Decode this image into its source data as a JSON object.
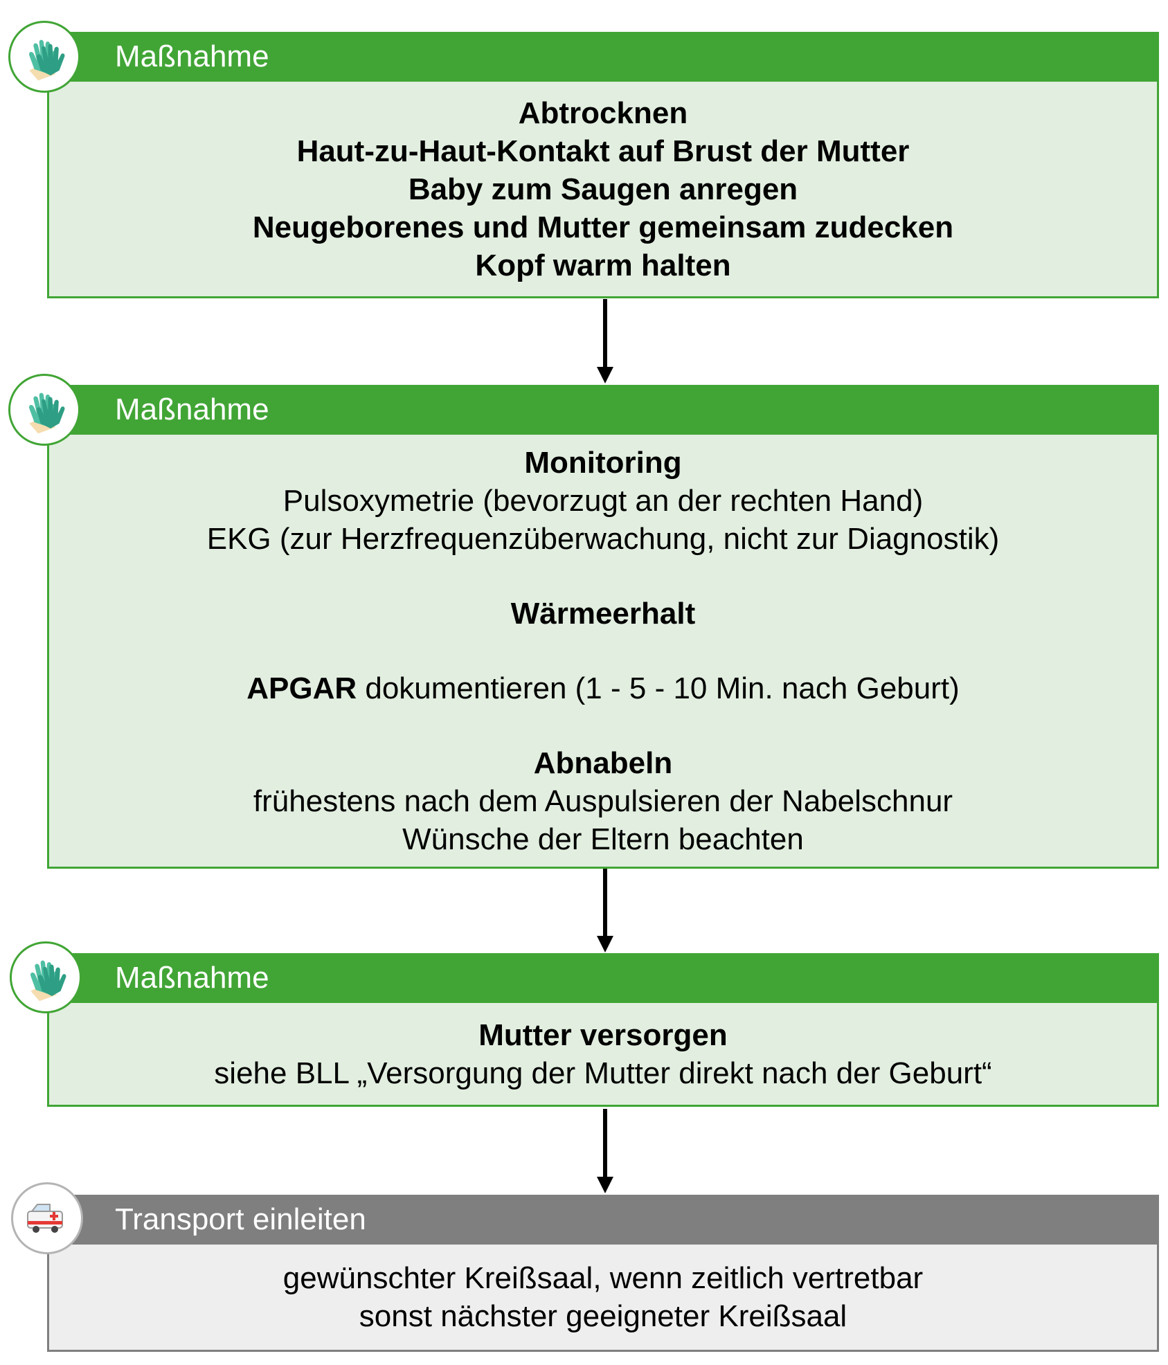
{
  "blocks": [
    {
      "header": "Maßnahme",
      "lines": [
        "Abtrocknen",
        "Haut-zu-Haut-Kontakt auf Brust der Mutter",
        "Baby zum Saugen anregen",
        "Neugeborenes und Mutter gemeinsam zudecken",
        "Kopf warm halten"
      ]
    },
    {
      "header": "Maßnahme",
      "monitoring_title": "Monitoring",
      "monitoring_line1": "Pulsoxymetrie (bevorzugt an der rechten Hand)",
      "monitoring_line2": "EKG (zur Herzfrequenzüberwachung, nicht zur Diagnostik)",
      "warm_title": "Wärmeerhalt",
      "apgar_bold": "APGAR",
      "apgar_rest": " dokumentieren (1 - 5 - 10 Min. nach Geburt)",
      "abnabeln_title": "Abnabeln",
      "abnabeln_line1": "frühestens nach dem Auspulsieren der Nabelschnur",
      "abnabeln_line2": "Wünsche der Eltern beachten"
    },
    {
      "header": "Maßnahme",
      "title": "Mutter versorgen",
      "line": "siehe BLL „Versorgung der Mutter direkt nach der Geburt“"
    },
    {
      "header": "Transport einleiten",
      "line1": "gewünschter Kreißsaal, wenn zeitlich vertretbar",
      "line2": "sonst nächster geeigneter Kreißsaal"
    }
  ],
  "icons": [
    "gloves-icon",
    "gloves-icon",
    "gloves-icon",
    "ambulance-icon"
  ],
  "colors": {
    "green_header": "#41a535",
    "green_body": "#e2efe0",
    "gray_header": "#7f7f7f",
    "gray_body": "#eeeeee"
  }
}
